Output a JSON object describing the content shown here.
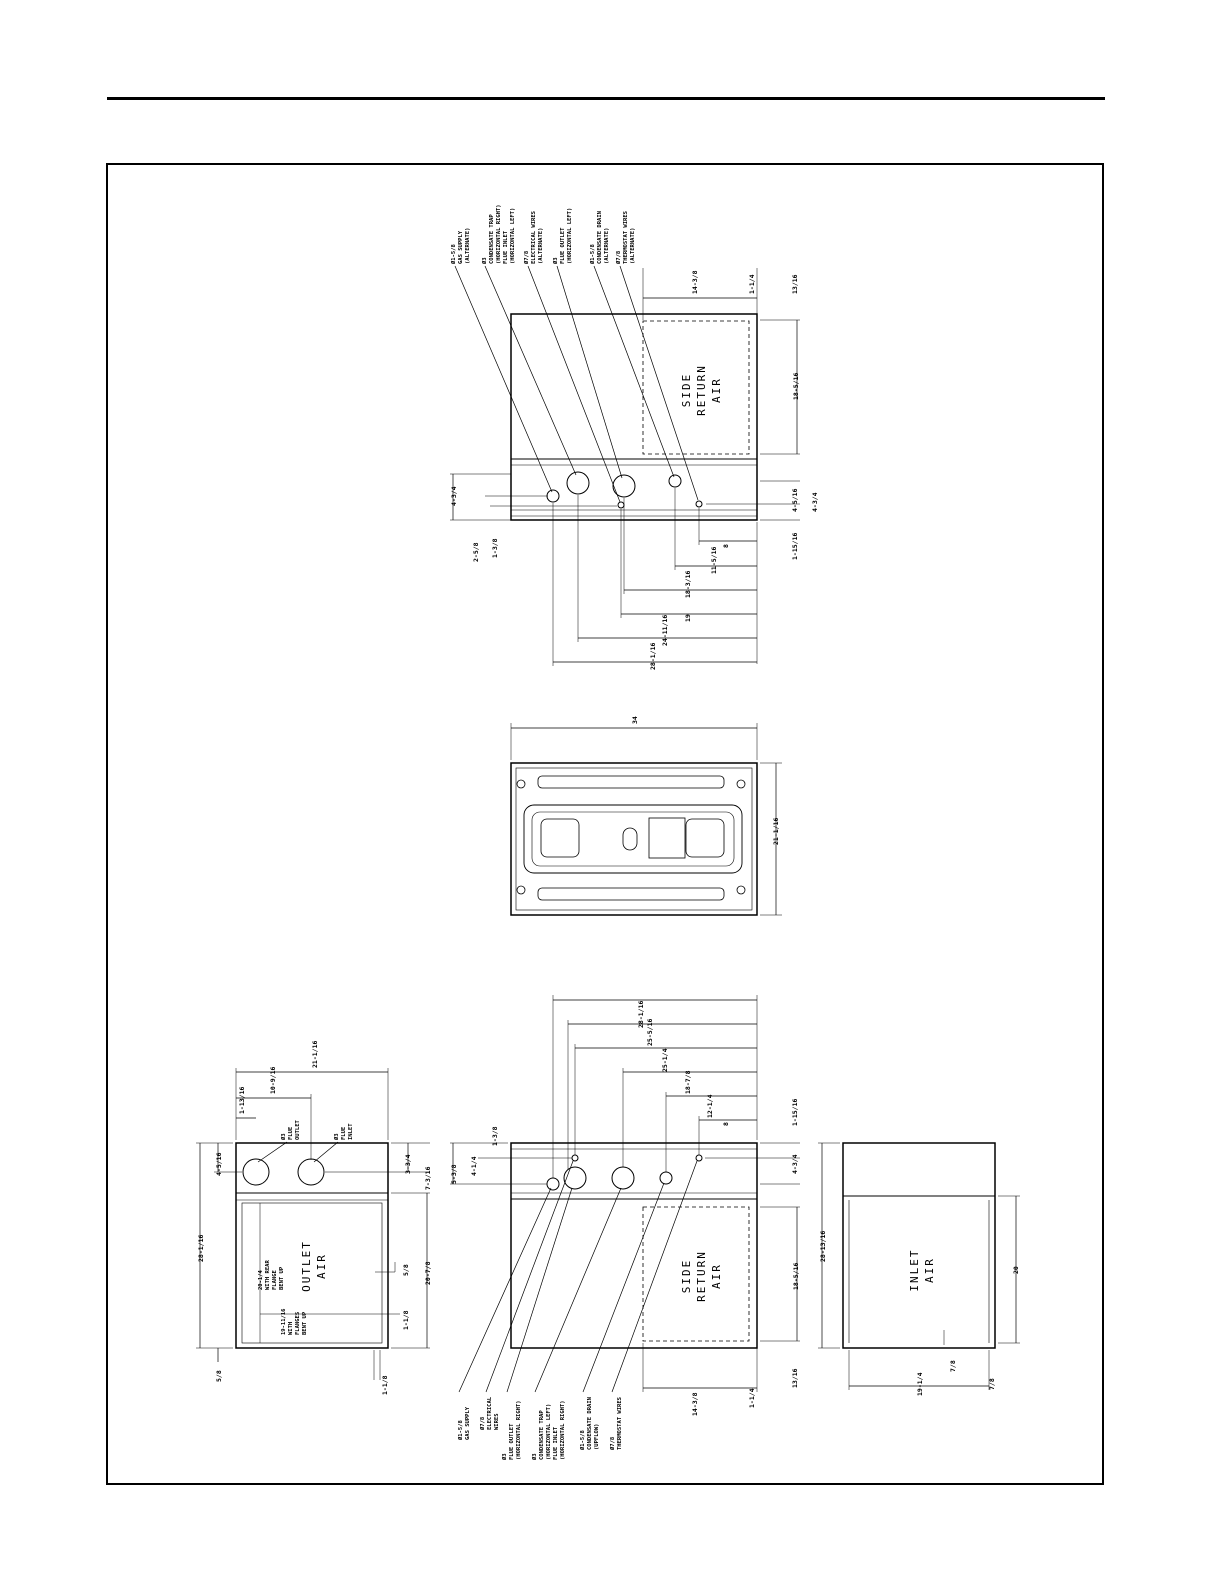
{
  "views": {
    "top_side": {
      "label": [
        "SIDE",
        "RETURN",
        "AIR"
      ],
      "callouts": [
        [
          "Ø1-5/8",
          "GAS SUPPLY",
          "(ALTERNATE)"
        ],
        [
          "Ø3",
          "CONDENSATE TRAP",
          "(HORIZONTAL RIGHT)",
          "FLUE INLET",
          "(HORIZONTAL LEFT)"
        ],
        [
          "Ø7/8",
          "ELECTRICAL WIRES",
          "(ALTERNATE)"
        ],
        [
          "Ø3",
          "FLUE OUTLET",
          "(HORIZONTAL LEFT)"
        ],
        [
          "Ø1-5/8",
          "CONDENSATE DRAIN",
          "(ALTERNATE)"
        ],
        [
          "Ø7/8",
          "THERMOSTAT WIRES",
          "(ALTERNATE)"
        ]
      ],
      "dims": [
        "14-3/8",
        "1-1/4",
        "13/16",
        "18-5/16",
        "4-5/16",
        "4-3/4",
        "1-15/16",
        "8",
        "11-5/16",
        "18-3/16",
        "19",
        "24-11/16",
        "28-1/16",
        "4-3/4",
        "2-5/8",
        "1-3/8"
      ]
    },
    "middle_top": {
      "dims": [
        "34",
        "21-1/16"
      ]
    },
    "outlet": {
      "label": [
        "OUTLET",
        "AIR"
      ],
      "callouts": [
        [
          "Ø3",
          "FLUE",
          "OUTLET"
        ],
        [
          "Ø3",
          "FLUE",
          "INLET"
        ]
      ],
      "notes": [
        [
          "20-1/4",
          "WITH REAR",
          "FLANGE",
          "BENT UP"
        ],
        [
          "19-11/16",
          "WITH",
          "FLANGES",
          "BENT UP"
        ]
      ],
      "dims": [
        "21-1/16",
        "10-9/16",
        "1-13/16",
        "4-5/16",
        "3-3/4",
        "7-3/16",
        "28-1/16",
        "5/8",
        "20-7/8",
        "1-1/8",
        "5/8",
        "1-1/8"
      ]
    },
    "bottom_side": {
      "label": [
        "SIDE",
        "RETURN",
        "AIR"
      ],
      "callouts": [
        [
          "Ø1-5/8",
          "GAS SUPPLY"
        ],
        [
          "Ø7/8",
          "ELECTRICAL",
          "WIRES"
        ],
        [
          "Ø3",
          "FLUE OUTLET",
          "(HORIZONTAL RIGHT)"
        ],
        [
          "Ø3",
          "CONDENSATE TRAP",
          "(HORIZONTAL LEFT)",
          "FLUE INLET",
          "(HORIZONTAL RIGHT)"
        ],
        [
          "Ø1-5/8",
          "CONDENSATE DRAIN",
          "(UPFLOW)"
        ],
        [
          "Ø7/8",
          "THERMOSTAT WIRES"
        ]
      ],
      "dims": [
        "28-1/16",
        "25-5/16",
        "25-1/4",
        "18-7/8",
        "12-1/4",
        "8",
        "1-15/16",
        "1-3/8",
        "4-1/4",
        "5-3/8",
        "4-3/4",
        "18-5/16",
        "14-3/8",
        "1-1/4",
        "13/16"
      ]
    },
    "inlet": {
      "label": [
        "INLET",
        "AIR"
      ],
      "dims": [
        "28-13/16",
        "20",
        "7/8",
        "19-1/4",
        "7/8"
      ]
    }
  }
}
